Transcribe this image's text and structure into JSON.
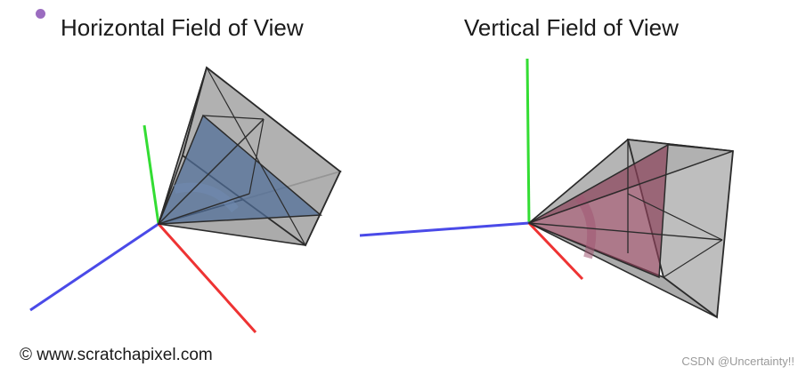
{
  "diagrams": {
    "horizontal": {
      "title": "Horizontal Field of View"
    },
    "vertical": {
      "title": "Vertical Field of View"
    }
  },
  "credit": "© www.scratchapixel.com",
  "watermark": "CSDN @Uncertainty!!",
  "colors": {
    "x_axis": "#ee3333",
    "y_axis": "#33dd33",
    "z_axis": "#4a4ae8",
    "frustum_fill": "#a8a8a8",
    "frustum_edge": "#2b2b2b",
    "horizontal_fov_fill": "#4f6e98",
    "vertical_fov_fill": "#8a4058",
    "marker": "#9b6cc0"
  }
}
